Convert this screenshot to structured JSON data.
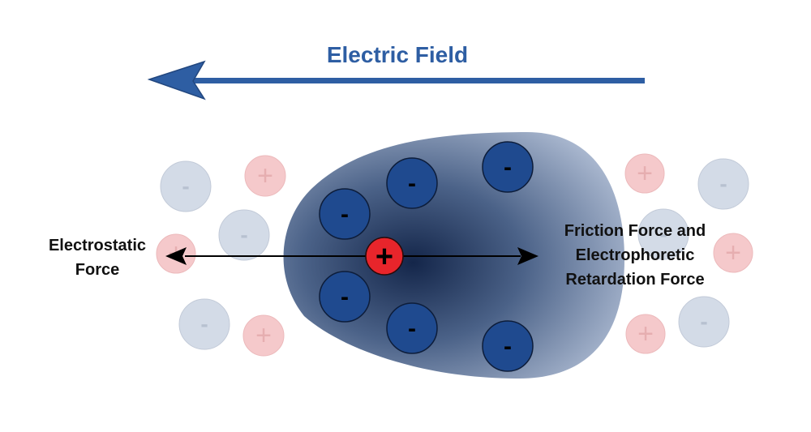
{
  "title": "Electric Field",
  "left_force_label": [
    "Electrostatic",
    "Force"
  ],
  "right_force_label": [
    "Friction Force and",
    "Electrophoretic",
    "Retardation Force"
  ],
  "ion_symbols": {
    "negative": "-",
    "positive": "+"
  },
  "colors": {
    "field_arrow": "#2e5ea3",
    "title": "#2e5ea3",
    "cloud_dark": "#14264a",
    "cloud_light": "#a7b6cf",
    "negative_ion": "#1f4a8f",
    "central_ion": "#e8252b",
    "faded_negative": "#d3dbe7",
    "faded_positive": "#f5c9cb",
    "force_arrow": "#000000"
  }
}
